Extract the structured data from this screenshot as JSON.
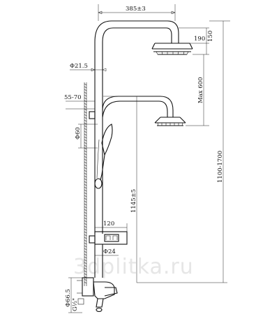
{
  "dimensions": {
    "width_top": "385±3",
    "showerhead_dia": "190",
    "showerhead_height": "150",
    "rod_dia": "Φ21.5",
    "adjust_range": "55-70",
    "max_drop": "Max 600",
    "handshower_dia": "Φ60",
    "overall_height": "1100-1700",
    "bar_height": "1145±5",
    "shelf_width": "120",
    "pipe_dia": "Φ24",
    "flange_dia": "Φ66.5",
    "thread": "G½\""
  },
  "watermark": "3dplitka.ru"
}
